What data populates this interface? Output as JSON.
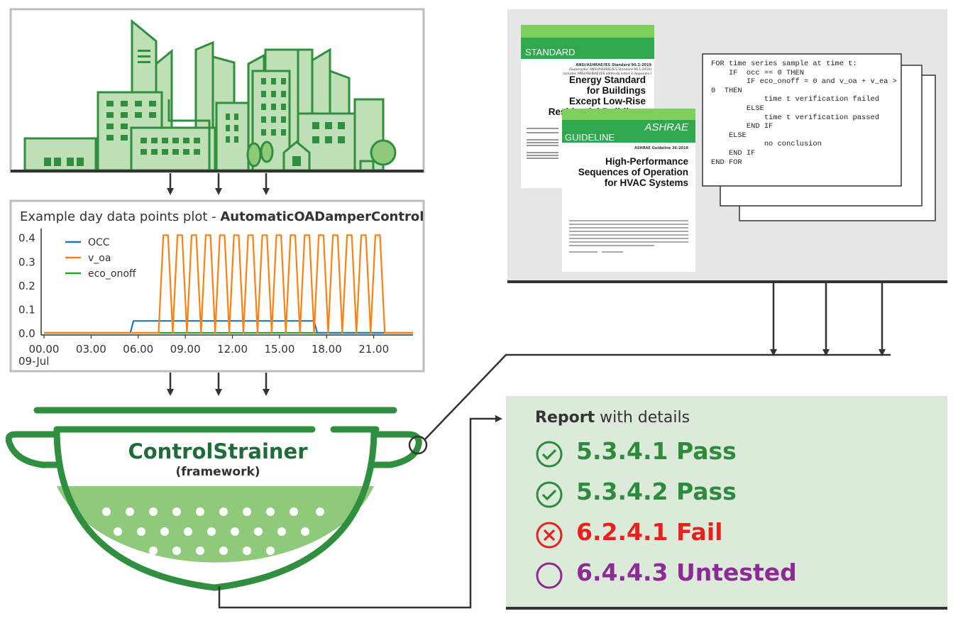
{
  "plot": {
    "title_prefix": "Example day data points plot - ",
    "title_bold": "AutomaticOADamperControl",
    "legend": [
      {
        "name": "OCC",
        "color": "#1f77b4"
      },
      {
        "name": "v_oa",
        "color": "#ff7f0e"
      },
      {
        "name": "eco_onoff",
        "color": "#2ca02c"
      }
    ],
    "y_ticks": [
      "0.0",
      "0.1",
      "0.2",
      "0.3",
      "0.4"
    ],
    "x_ticks": [
      "00.00",
      "03.00",
      "06.00",
      "09.00",
      "12.00",
      "15.00",
      "18.00",
      "21.00"
    ],
    "x_sub": "09-Jul"
  },
  "chart_data": {
    "type": "line",
    "xlabel": "",
    "ylabel": "",
    "x_ticks": [
      "00.00",
      "03.00",
      "06.00",
      "09.00",
      "12.00",
      "15.00",
      "18.00",
      "21.00"
    ],
    "ylim": [
      0,
      0.42
    ],
    "series": [
      {
        "name": "OCC",
        "color": "#1f77b4",
        "x": [
          0,
          5.5,
          5.7,
          17.2,
          17.4,
          23.5
        ],
        "y": [
          0,
          0,
          0.05,
          0.05,
          0,
          0
        ]
      },
      {
        "name": "v_oa",
        "color": "#ff7f0e",
        "x": [
          0,
          7.3,
          7.6,
          7.9,
          8.2,
          8.5,
          8.8,
          9.1,
          9.4,
          9.7,
          10.0,
          10.3,
          10.6,
          10.9,
          11.2,
          11.5,
          11.8,
          12.1,
          12.4,
          12.7,
          13.0,
          13.3,
          13.6,
          13.9,
          14.2,
          14.5,
          14.8,
          15.1,
          15.4,
          15.7,
          16.0,
          16.3,
          16.6,
          16.9,
          17.2,
          17.5,
          17.8,
          18.1,
          18.4,
          18.7,
          19.0,
          19.3,
          19.6,
          19.9,
          20.2,
          20.5,
          20.8,
          21.1,
          21.4,
          21.7,
          22.0,
          23.5
        ],
        "y": [
          0,
          0,
          0.41,
          0.41,
          0,
          0.41,
          0.41,
          0,
          0.41,
          0.41,
          0,
          0.41,
          0.41,
          0,
          0.41,
          0.41,
          0,
          0.41,
          0.41,
          0,
          0.41,
          0.41,
          0,
          0.41,
          0.41,
          0,
          0.41,
          0.41,
          0,
          0.41,
          0.41,
          0,
          0.41,
          0.41,
          0,
          0.41,
          0.41,
          0,
          0.41,
          0.41,
          0,
          0.41,
          0.41,
          0,
          0.41,
          0.41,
          0,
          0.41,
          0.41,
          0,
          0,
          0
        ]
      },
      {
        "name": "eco_onoff",
        "color": "#2ca02c",
        "x": [
          0,
          23.5
        ],
        "y": [
          0,
          0
        ]
      }
    ]
  },
  "framework": {
    "name": "ControlStrainer",
    "sub": "(framework)"
  },
  "standard_doc": {
    "banner": "STANDARD",
    "ref": "ANSI/ASHRAE/IES Standard 90.1-2019",
    "ref2": "(Supersedes ANSI/ASHRAE/IES Standard 90.1-2016)",
    "ref3": "Includes ANSI/ASHRAE/IES addenda listed in Appendix I",
    "title": [
      "Energy Standard",
      "for Buildings",
      "Except Low-Rise",
      "Residential Buildings"
    ]
  },
  "guideline_doc": {
    "banner": "GUIDELINE",
    "org": "ASHRAE",
    "ref": "ASHRAE Guideline 36-2018",
    "title": [
      "High-Performance",
      "Sequences of Operation",
      "for HVAC Systems"
    ]
  },
  "code_text": "FOR time series sample at time t:\n    IF  occ == 0 THEN\n        IF eco_onoff = 0 and v_oa + v_ea >\n0  THEN\n            time t verification failed\n        ELSE\n            time t verification passed\n        END IF\n    ELSE\n            no conclusion\n    END IF\nEND FOR",
  "report": {
    "header_bold": "Report",
    "header_rest": " with details",
    "items": [
      {
        "text": "5.3.4.1 Pass",
        "status": "pass",
        "color": "#2e8b3e",
        "icon": "check-circle-icon"
      },
      {
        "text": "5.3.4.2 Pass",
        "status": "pass",
        "color": "#2e8b3e",
        "icon": "check-circle-icon"
      },
      {
        "text": "6.2.4.1 Fail",
        "status": "fail",
        "color": "#e8211e",
        "icon": "x-circle-icon"
      },
      {
        "text": "6.4.4.3 Untested",
        "status": "untested",
        "color": "#8e2a96",
        "icon": "circle-icon"
      }
    ]
  }
}
